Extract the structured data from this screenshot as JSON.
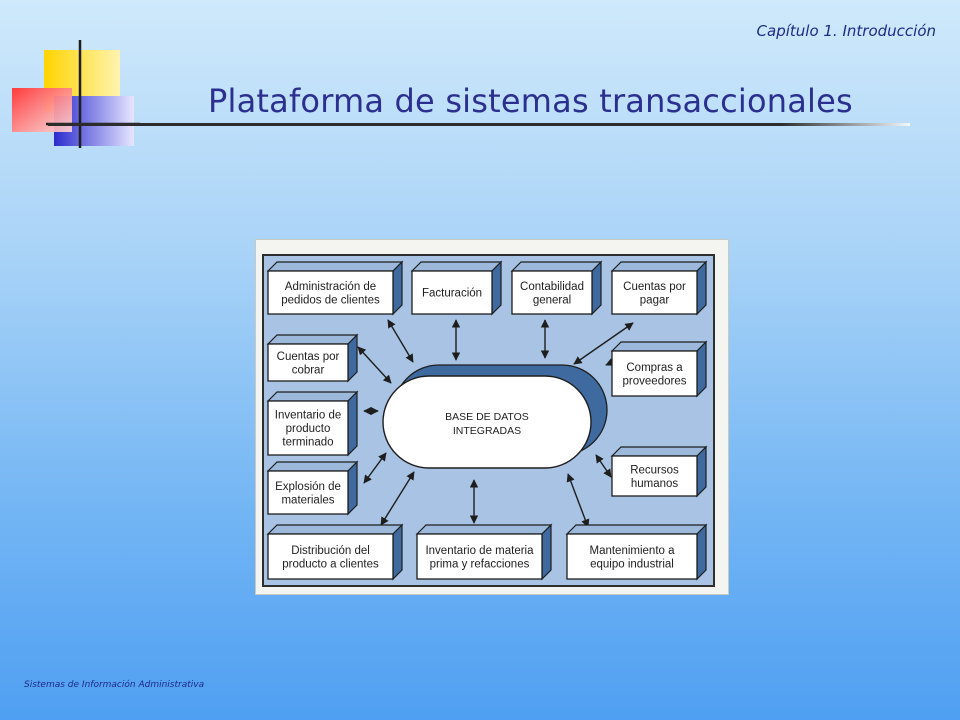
{
  "header": {
    "chapter": "Capítulo 1. Introducción",
    "title": "Plataforma de sistemas transaccionales"
  },
  "footer": {
    "text": "Sistemas de Información Administrativa"
  },
  "diagram": {
    "center": {
      "lines": [
        "BASE DE DATOS",
        "INTEGRADAS"
      ]
    },
    "modules": [
      {
        "id": "admin-pedidos",
        "lines": [
          "Administración de",
          "pedidos de clientes"
        ]
      },
      {
        "id": "facturacion",
        "lines": [
          "Facturación"
        ]
      },
      {
        "id": "contabilidad",
        "lines": [
          "Contabilidad",
          "general"
        ]
      },
      {
        "id": "cuentas-pagar",
        "lines": [
          "Cuentas por",
          "pagar"
        ]
      },
      {
        "id": "cuentas-cobrar",
        "lines": [
          "Cuentas por",
          "cobrar"
        ]
      },
      {
        "id": "compras",
        "lines": [
          "Compras a",
          "proveedores"
        ]
      },
      {
        "id": "inventario-producto",
        "lines": [
          "Inventario de",
          "producto",
          "terminado"
        ]
      },
      {
        "id": "recursos-humanos",
        "lines": [
          "Recursos",
          "humanos"
        ]
      },
      {
        "id": "explosion",
        "lines": [
          "Explosión de",
          "materiales"
        ]
      },
      {
        "id": "distribucion",
        "lines": [
          "Distribución del",
          "producto a clientes"
        ]
      },
      {
        "id": "inventario-materia",
        "lines": [
          "Inventario de materia",
          "prima y refacciones"
        ]
      },
      {
        "id": "mantenimiento",
        "lines": [
          "Mantenimiento a",
          "equipo industrial"
        ]
      }
    ]
  },
  "colors": {
    "box_front": "#ffffff",
    "box_side": "#3e6aa0",
    "box_top": "#9cb9dc",
    "panel": "#a8c3e3",
    "title": "#2b2f8f"
  }
}
